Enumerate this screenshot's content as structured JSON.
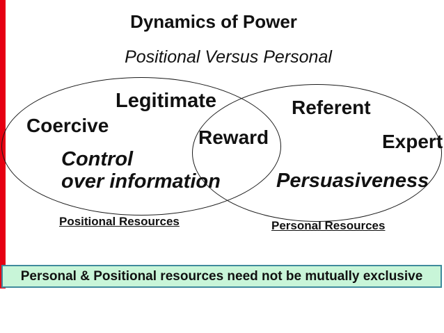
{
  "title": "Dynamics of Power",
  "subtitle": "Positional Versus Personal",
  "venn": {
    "left_ellipse": {
      "labels": {
        "legitimate": "Legitimate",
        "coercive": "Coercive",
        "control_line1": "Control",
        "control_line2": "over information"
      },
      "caption": "Positional Resources"
    },
    "overlap": {
      "label": "Reward"
    },
    "right_ellipse": {
      "labels": {
        "referent": "Referent",
        "expert": "Expert",
        "persuasiveness": "Persuasiveness"
      },
      "caption": "Personal Resources"
    }
  },
  "banner": {
    "text": "Personal & Positional resources need not be mutually exclusive",
    "fill_color": "#c8f5d8",
    "border_color": "#3f8a9c"
  },
  "accent_bar_color": "#e60012",
  "ellipse_outline_color": "#1a1a1a"
}
